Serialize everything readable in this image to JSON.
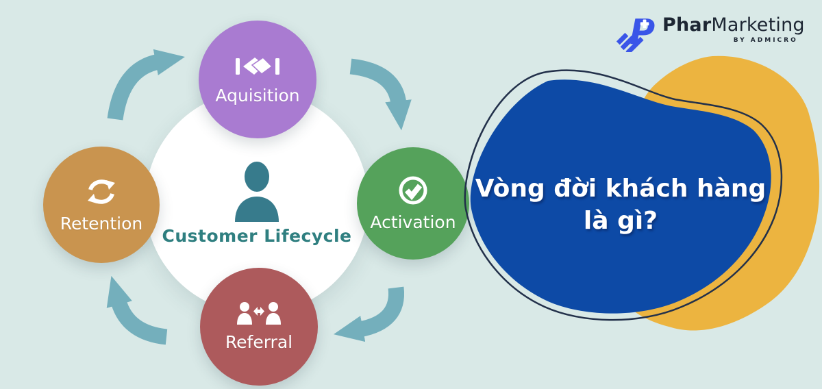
{
  "headline": {
    "line1": "Vòng đời khách hàng",
    "line2": "là gì?"
  },
  "logo": {
    "brand_bold": "Phar",
    "brand_regular": "Marketing",
    "subtitle": "BY ADMICRO"
  },
  "diagram": {
    "center": {
      "label": "Customer Lifecycle",
      "icon": "person-icon"
    },
    "stages": [
      {
        "id": "acquisition",
        "label": "Aquisition",
        "icon": "handshake-icon"
      },
      {
        "id": "activation",
        "label": "Activation",
        "icon": "check-circle-icon"
      },
      {
        "id": "referral",
        "label": "Referral",
        "icon": "people-exchange-icon"
      },
      {
        "id": "retention",
        "label": "Retention",
        "icon": "refresh-icon"
      }
    ],
    "flow": "Retention → Aquisition → Activation → Referral → Retention (clockwise)"
  },
  "colors": {
    "background": "#d9e9e7",
    "arrow": "#74afbc",
    "acquisition": "#a97bd1",
    "activation": "#55a25b",
    "referral": "#ad5a5c",
    "retention": "#c9944f",
    "center-teal": "#377b8c",
    "center-label": "#2f7f80",
    "blob-blue": "#0d4aa6",
    "blob-yellow": "#ecb440",
    "blob-outline": "#22304a",
    "logo-blue": "#3a55e8",
    "logo-text": "#1d2633"
  }
}
